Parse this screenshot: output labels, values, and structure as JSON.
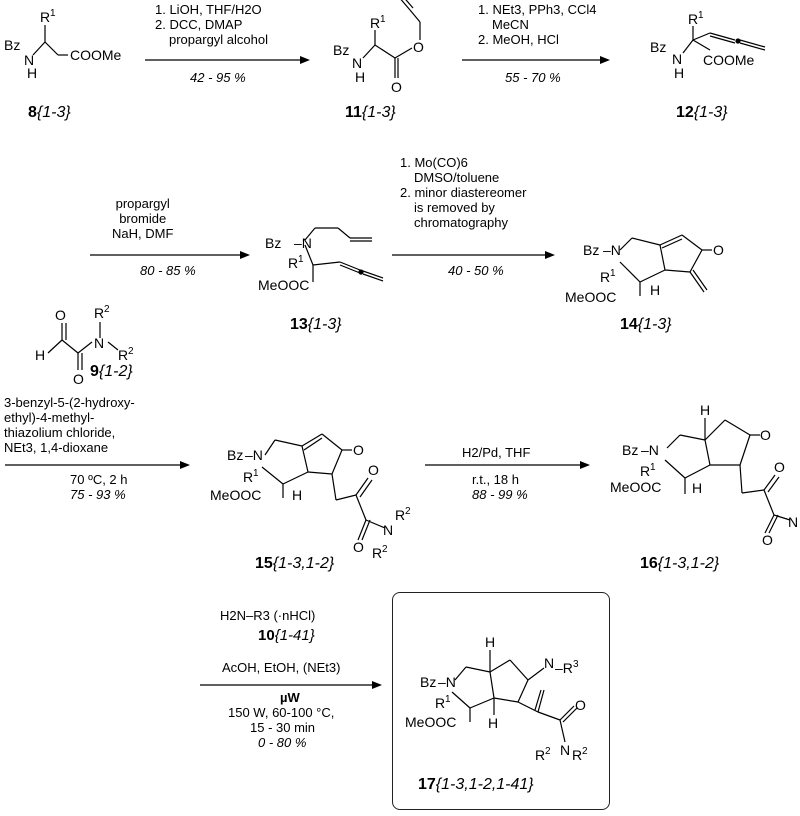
{
  "step1": {
    "lines": [
      "1. LiOH, THF/H2O",
      "2. DCC, DMAP",
      "propargyl alcohol"
    ],
    "yield": "42 - 95 %"
  },
  "step2": {
    "lines": [
      "1. NEt3, PPh3, CCl4",
      "MeCN",
      "2. MeOH, HCl"
    ],
    "yield": "55 - 70 %"
  },
  "step3": {
    "lines": [
      "propargyl",
      "bromide",
      "NaH, DMF"
    ],
    "yield": "80 - 85 %"
  },
  "step4": {
    "lines": [
      "1. Mo(CO)6",
      "DMSO/toluene",
      "2. minor diastereomer",
      "is removed by",
      "chromatography"
    ],
    "yield": "40 - 50 %"
  },
  "step5": {
    "lines": [
      "3-benzyl-5-(2-hydroxy-",
      "ethyl)-4-methyl-",
      "thiazolium chloride,",
      "NEt3, 1,4-dioxane"
    ],
    "temp": "70 ºC, 2 h",
    "yield": "75 - 93 %"
  },
  "step6": {
    "line1": "H2/Pd, THF",
    "line2": "r.t., 18 h",
    "yield": "88 - 99 %"
  },
  "step7": {
    "amine": "H2N–R3  (·nHCl)",
    "amine_label_num": "10",
    "amine_label_rng": "{1-41}",
    "line1": "AcOH, EtOH, (NEt3)",
    "mw": "µW",
    "line2": "150 W, 60-100 °C,",
    "line3": "15 - 30 min",
    "yield": "0 - 80 %"
  },
  "labels": {
    "c8": {
      "num": "8",
      "rng": "{1-3}"
    },
    "c11": {
      "num": "11",
      "rng": "{1-3}"
    },
    "c12": {
      "num": "12",
      "rng": "{1-3}"
    },
    "c13": {
      "num": "13",
      "rng": "{1-3}"
    },
    "c14": {
      "num": "14",
      "rng": "{1-3}"
    },
    "c9": {
      "num": "9",
      "rng": "{1-2}"
    },
    "c15": {
      "num": "15",
      "rng": "{1-3,1-2}"
    },
    "c16": {
      "num": "16",
      "rng": "{1-3,1-2}"
    },
    "c17": {
      "num": "17",
      "rng": "{1-3,1-2,1-41}"
    }
  },
  "atoms": {
    "bz": "Bz",
    "n": "N",
    "h": "H",
    "o": "O",
    "r": "R",
    "coome": "COOMe",
    "meooc": "MeOOC",
    "sup1": "1",
    "sup2": "2",
    "sup3": "3"
  }
}
